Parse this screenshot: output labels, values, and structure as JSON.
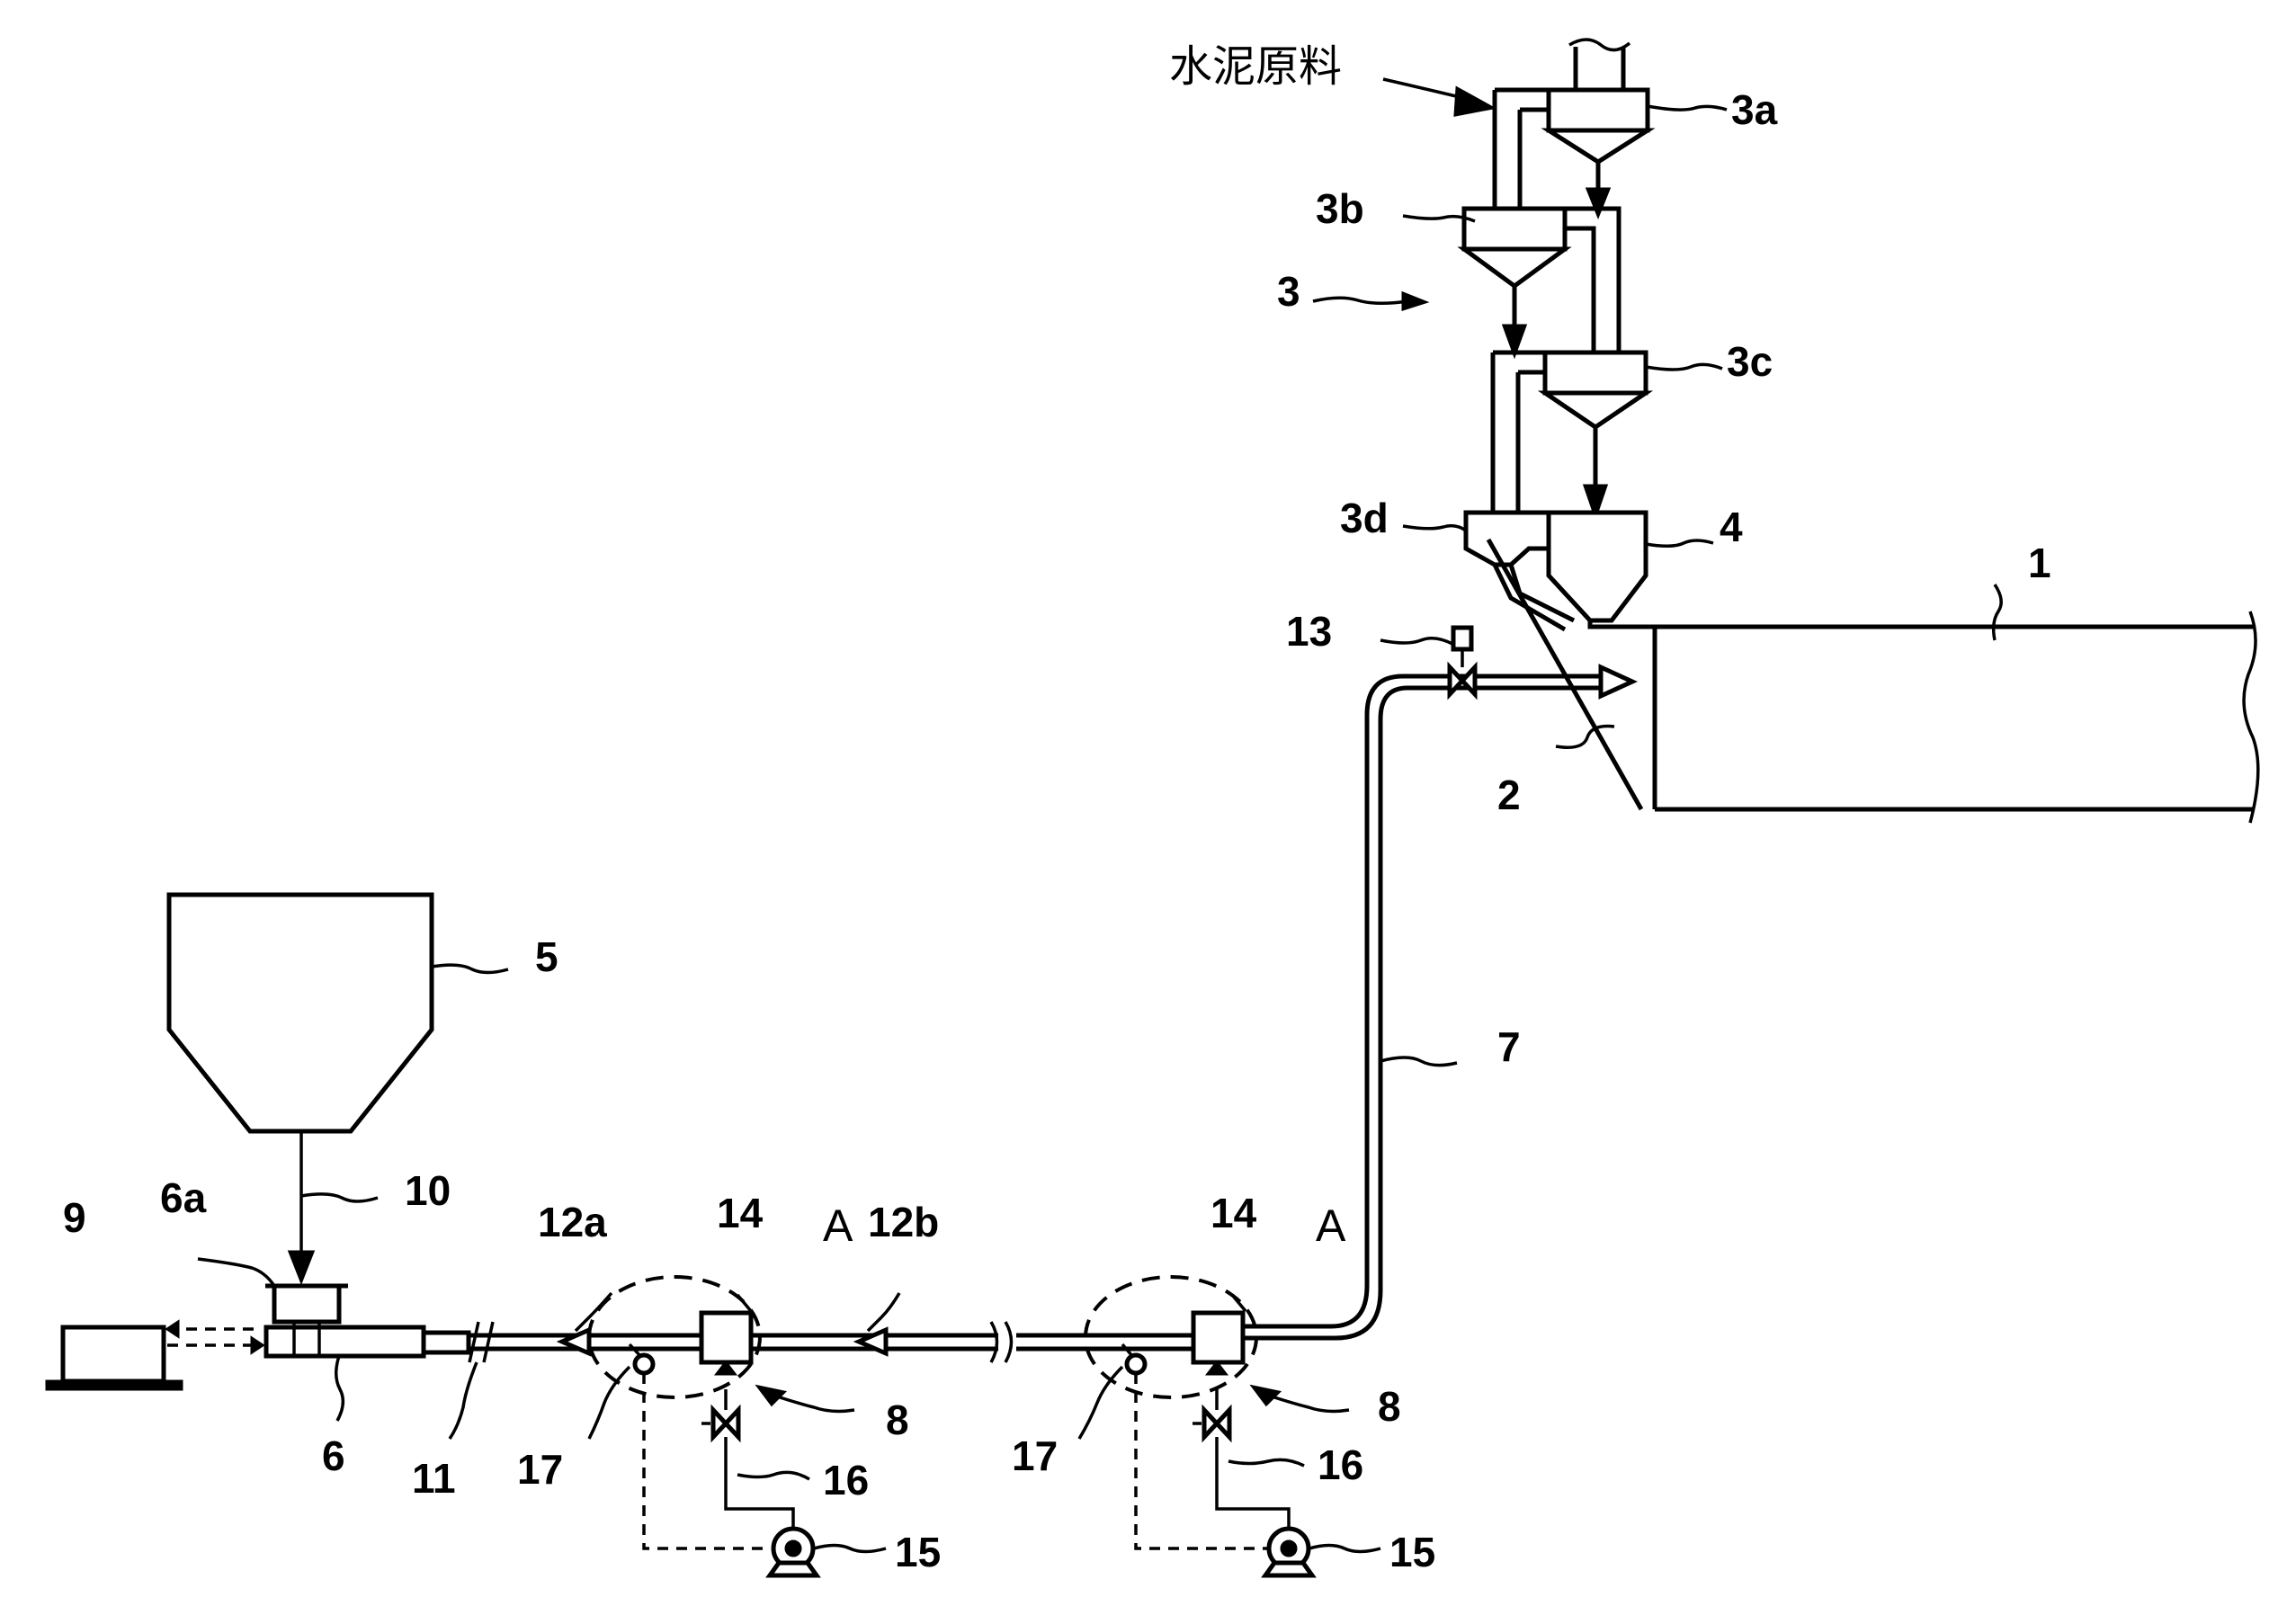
{
  "labels": {
    "raw_material": "水泥原料",
    "l3a": "3a",
    "l3b": "3b",
    "l3": "3",
    "l3c": "3c",
    "l3d": "3d",
    "l4": "4",
    "l1": "1",
    "l13": "13",
    "l2": "2",
    "l5": "5",
    "l7": "7",
    "l10": "10",
    "l9": "9",
    "l6a": "6a",
    "l6": "6",
    "l11": "11",
    "l12a": "12a",
    "l12b": "12b",
    "l14_left": "14",
    "l14_right": "14",
    "lA_left": "A",
    "lA_right": "A",
    "l8_left": "8",
    "l8_right": "8",
    "l17_left": "17",
    "l17_right": "17",
    "l16_left": "16",
    "l16_right": "16",
    "l15_left": "15",
    "l15_right": "15"
  }
}
